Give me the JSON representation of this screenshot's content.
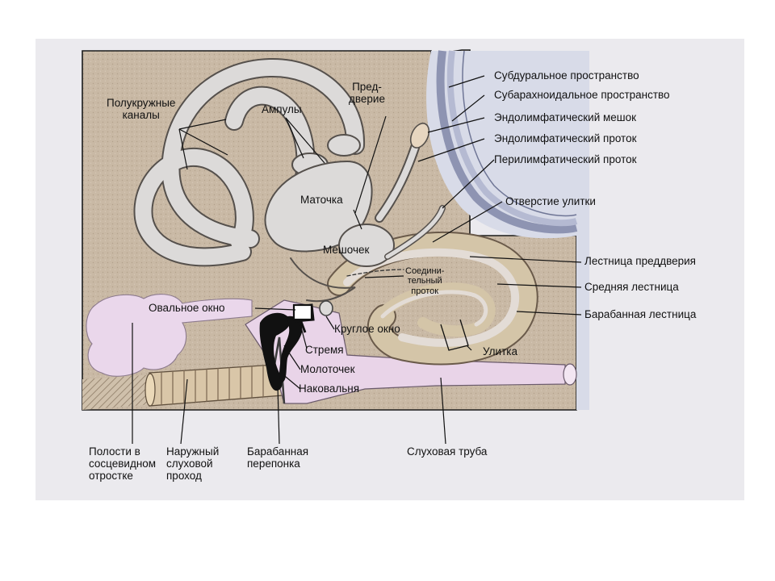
{
  "labels": {
    "semicircular_canals": "Полукружные\nканалы",
    "ampullae": "Ампулы",
    "vestibule": "Пред-\nдверие",
    "utricle": "Маточка",
    "saccule": "Мешочек",
    "connecting_duct": "Соедини-\nтельный\nпроток",
    "oval_window": "Овальное окно",
    "round_window": "Круглое окно",
    "stapes": "Стремя",
    "malleus": "Молоточек",
    "incus": "Наковальня",
    "cochlea": "Улитка",
    "mastoid_cells": "Полости в\nсосцевидном\nотростке",
    "external_canal": "Наружный\nслуховой\nпроход",
    "eardrum": "Барабанная\nперепонка",
    "eustachian_tube": "Слуховая труба",
    "subdural_space": "Субдуральное пространство",
    "subarachnoid_space": "Субарахноидальное пространство",
    "endolymphatic_sac": "Эндолимфатический мешок",
    "endolymphatic_duct": "Эндолимфатический проток",
    "perilymphatic_duct": "Перилимфатический проток",
    "cochlear_aperture": "Отверстие улитки",
    "scala_vestibuli": "Лестница преддверия",
    "scala_media": "Средняя лестница",
    "scala_tympani": "Барабанная лестница"
  },
  "colors": {
    "bone": "#c8b9a6",
    "labyrinth": "#dcdad9",
    "perilymph_pink": "#e9d6ea",
    "brain_blue": "#d6dae8",
    "ossicles": "#111111",
    "frame": "#1a1a1a"
  }
}
